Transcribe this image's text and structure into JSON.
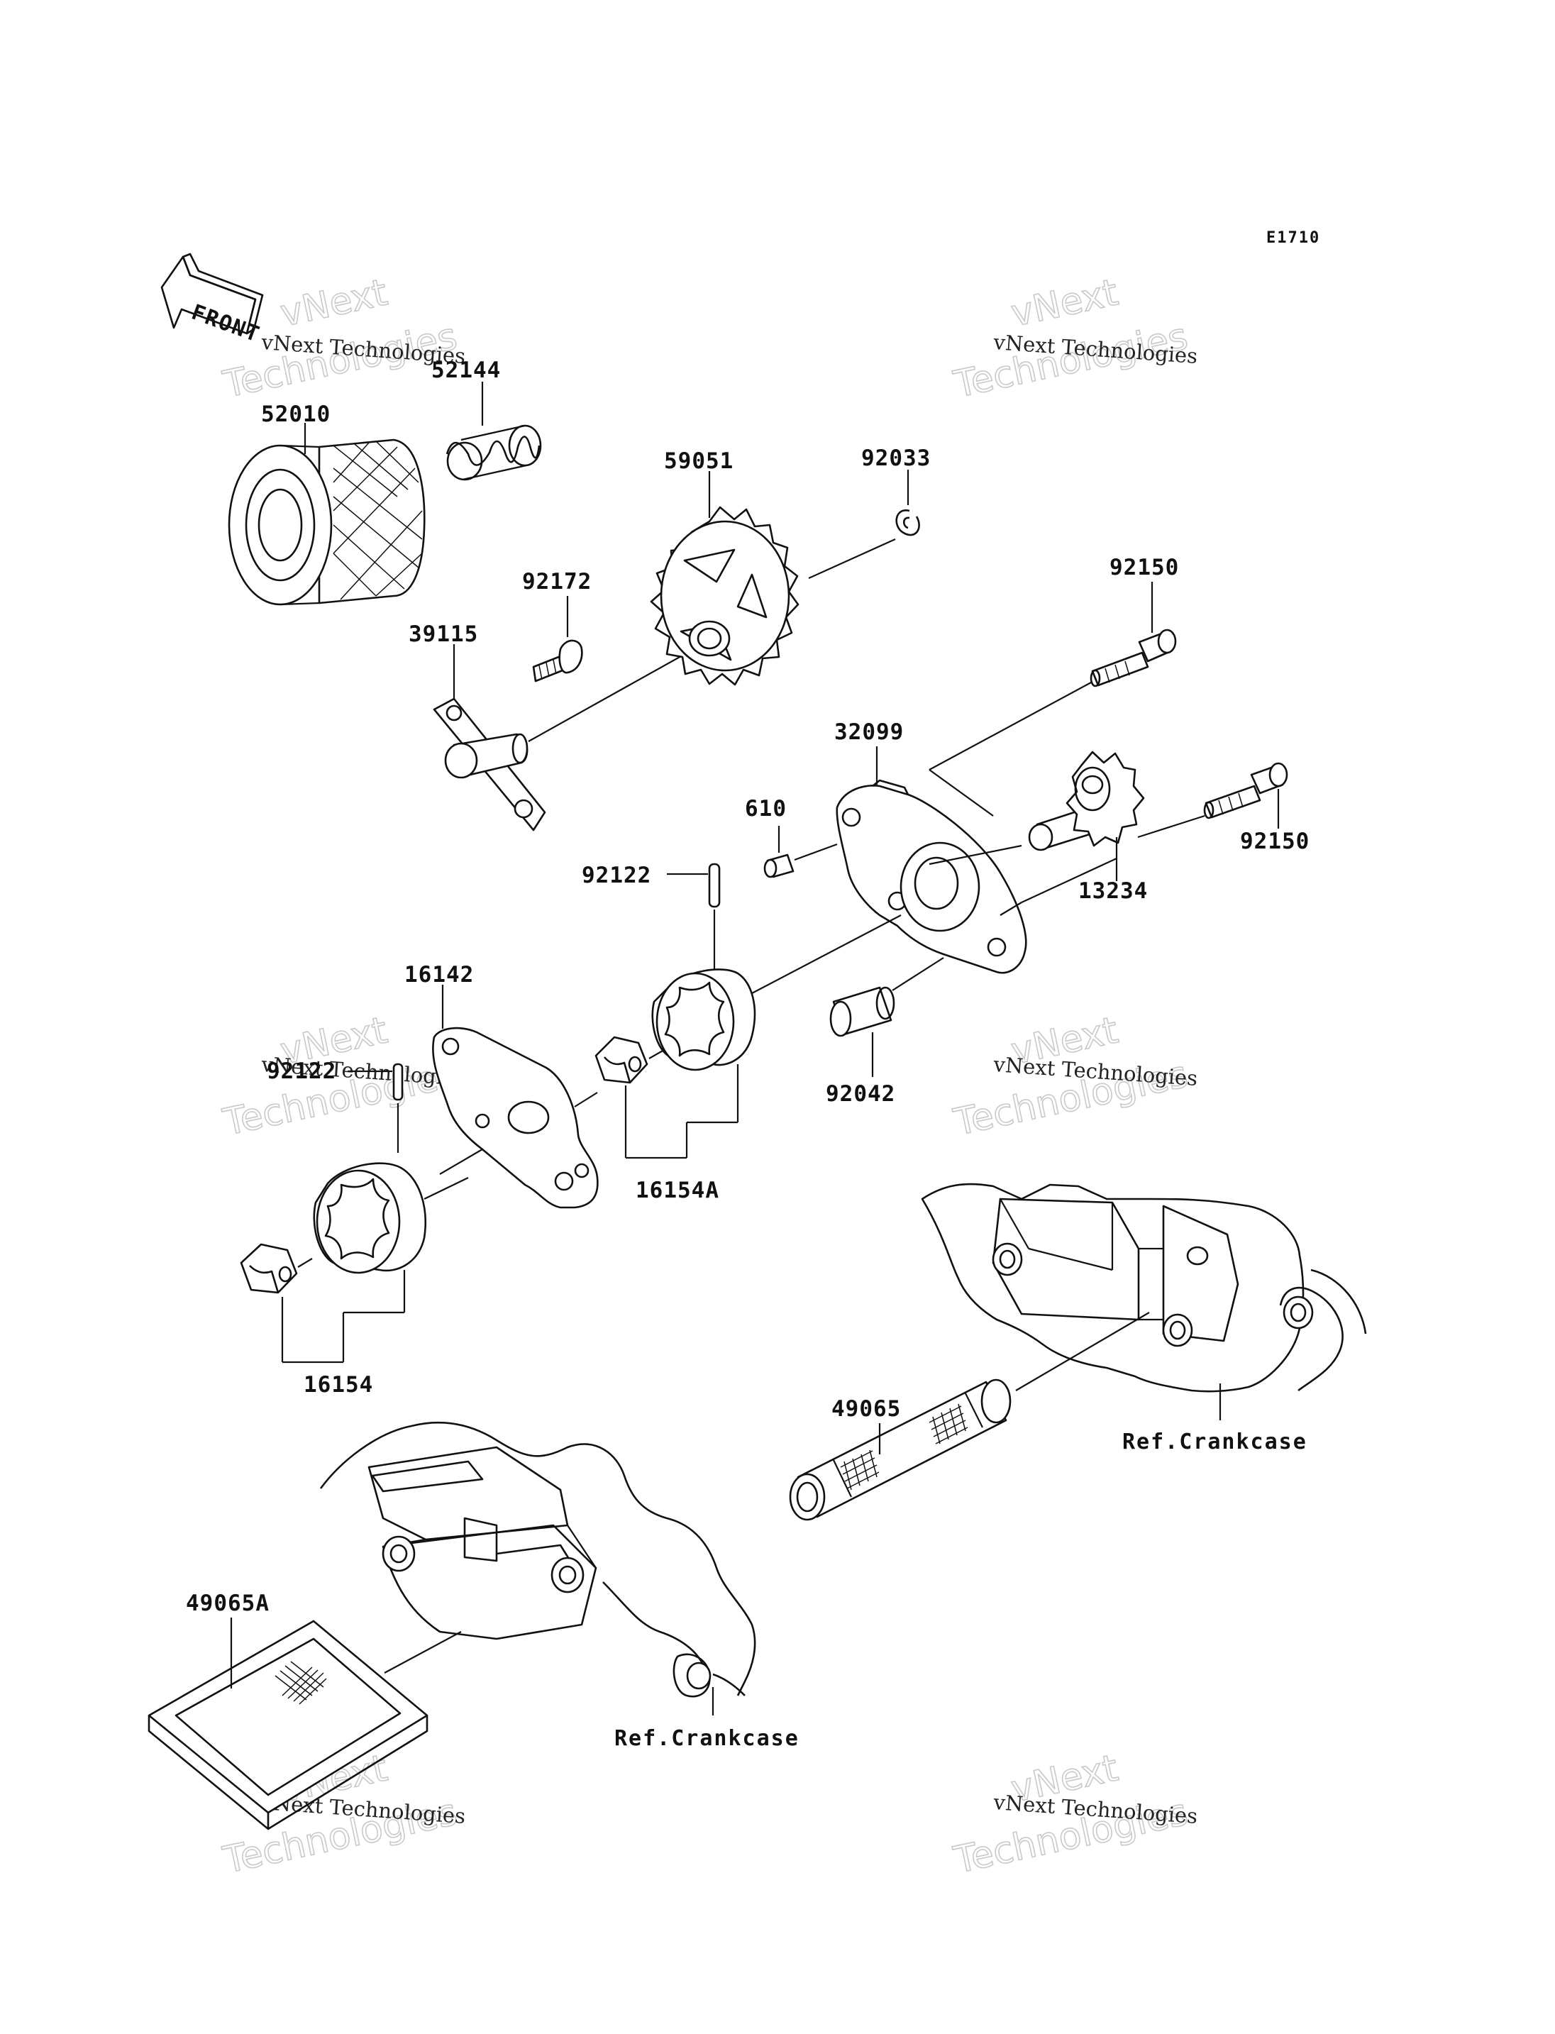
{
  "diagram_code": "E1710",
  "front_label": "FRONT",
  "parts": {
    "p52010": "52010",
    "p52144": "52144",
    "p59051": "59051",
    "p92033": "92033",
    "p92172": "92172",
    "p39115": "39115",
    "p92150a": "92150",
    "p92150b": "92150",
    "p32099": "32099",
    "p610": "610",
    "p13234": "13234",
    "p92122a": "92122",
    "p92122b": "92122",
    "p16142": "16142",
    "p92042": "92042",
    "p16154A": "16154A",
    "p16154": "16154",
    "p49065": "49065",
    "p49065A": "49065A"
  },
  "refs": {
    "crankcase_right": "Ref.Crankcase",
    "crankcase_left": "Ref.Crankcase"
  },
  "watermark": {
    "small": "vNext Technologies",
    "big_line1": "vNext",
    "big_line2": "Technologies"
  }
}
